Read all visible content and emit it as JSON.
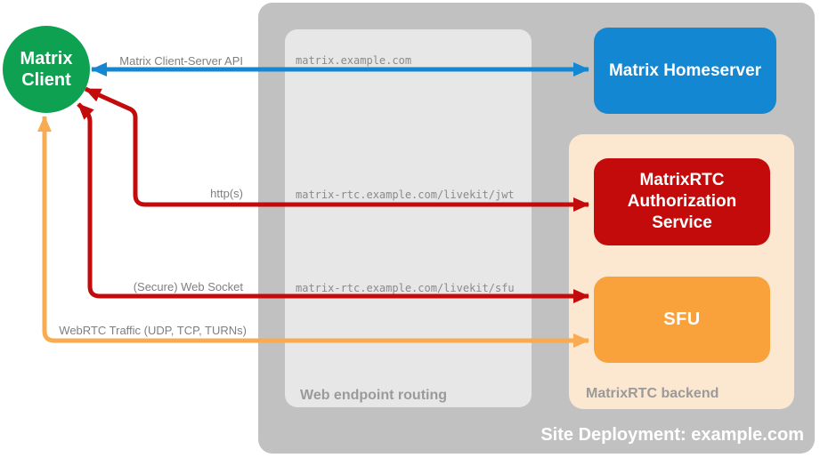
{
  "client": {
    "label": "Matrix\nClient"
  },
  "nodes": {
    "homeserver": "Matrix Homeserver",
    "auth_service": "MatrixRTC Authorization Service",
    "sfu": "SFU"
  },
  "routing_panel": {
    "caption": "Web endpoint routing",
    "endpoints": [
      "matrix.example.com",
      "matrix-rtc.example.com/livekit/jwt",
      "matrix-rtc.example.com/livekit/sfu"
    ]
  },
  "backend_panel": {
    "caption": "MatrixRTC backend"
  },
  "deployment": {
    "title": "Site Deployment: example.com"
  },
  "connections": [
    {
      "label": "Matrix Client-Server API",
      "color": "#1387d2",
      "from": "Matrix Client",
      "to": "Matrix Homeserver"
    },
    {
      "label": "http(s)",
      "color": "#c30b0b",
      "from": "Matrix Client",
      "to": "MatrixRTC Authorization Service"
    },
    {
      "label": "(Secure) Web Socket",
      "color": "#c30b0b",
      "from": "Matrix Client",
      "to": "SFU"
    },
    {
      "label": "WebRTC Traffic (UDP, TCP, TURNs)",
      "color": "#f8ab50",
      "from": "Matrix Client",
      "to": "SFU"
    }
  ],
  "colors": {
    "client_green": "#0ea152",
    "homeserver_blue": "#1387d2",
    "auth_red": "#c30b0b",
    "sfu_orange": "#f9a13b",
    "arrow_orange": "#f8ab50",
    "outer_gray": "#c1c1c1",
    "panel_gray": "#e7e7e7",
    "backend_peach": "#fce7d0",
    "label_gray": "#7f7f7f"
  }
}
